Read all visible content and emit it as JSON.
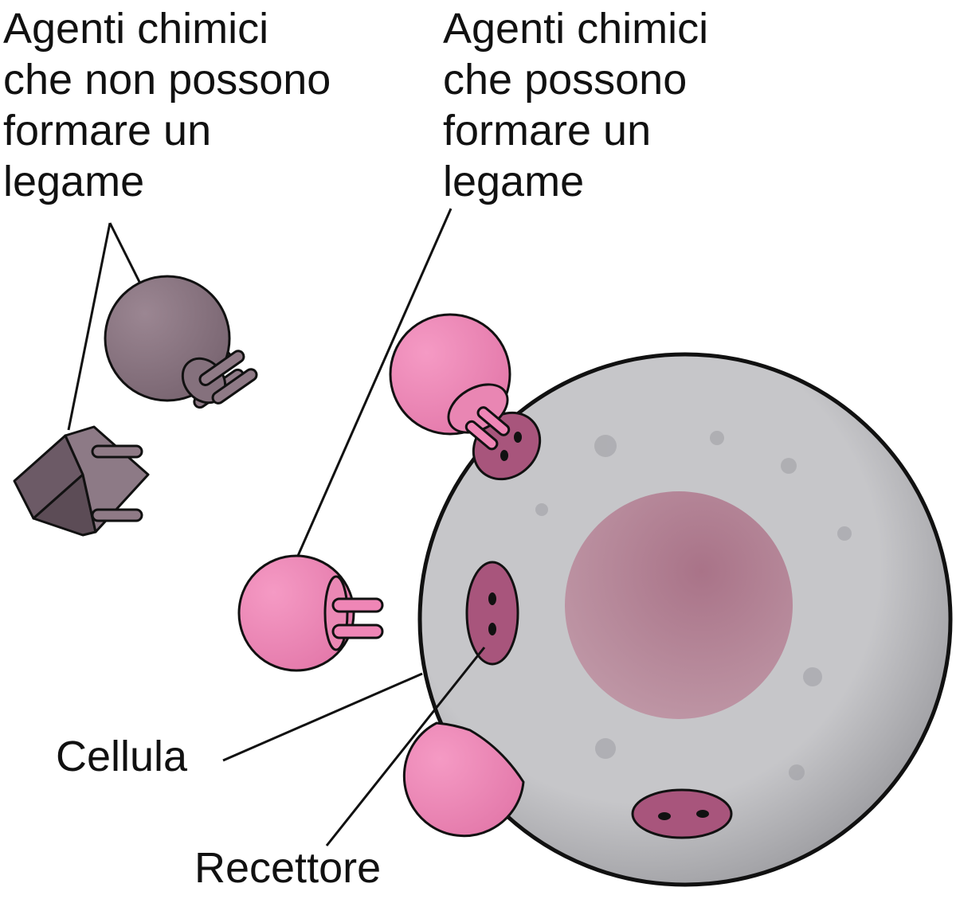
{
  "labels": {
    "non_binding": [
      "Agenti chimici",
      "che non possono",
      "formare un",
      "legame"
    ],
    "binding": [
      "Agenti chimici",
      "che possono",
      "formare un",
      "legame"
    ],
    "cell": "Cellula",
    "receptor": "Recettore"
  },
  "colors": {
    "cell_fill": "#c4c4c7",
    "nucleus_fill": "#b88a9b",
    "receptor_fill": "#a8557c",
    "binding_agent_fill": "#ef86b6",
    "non_binding_agent_fill": "#8f7a86",
    "outline": "#111111"
  }
}
